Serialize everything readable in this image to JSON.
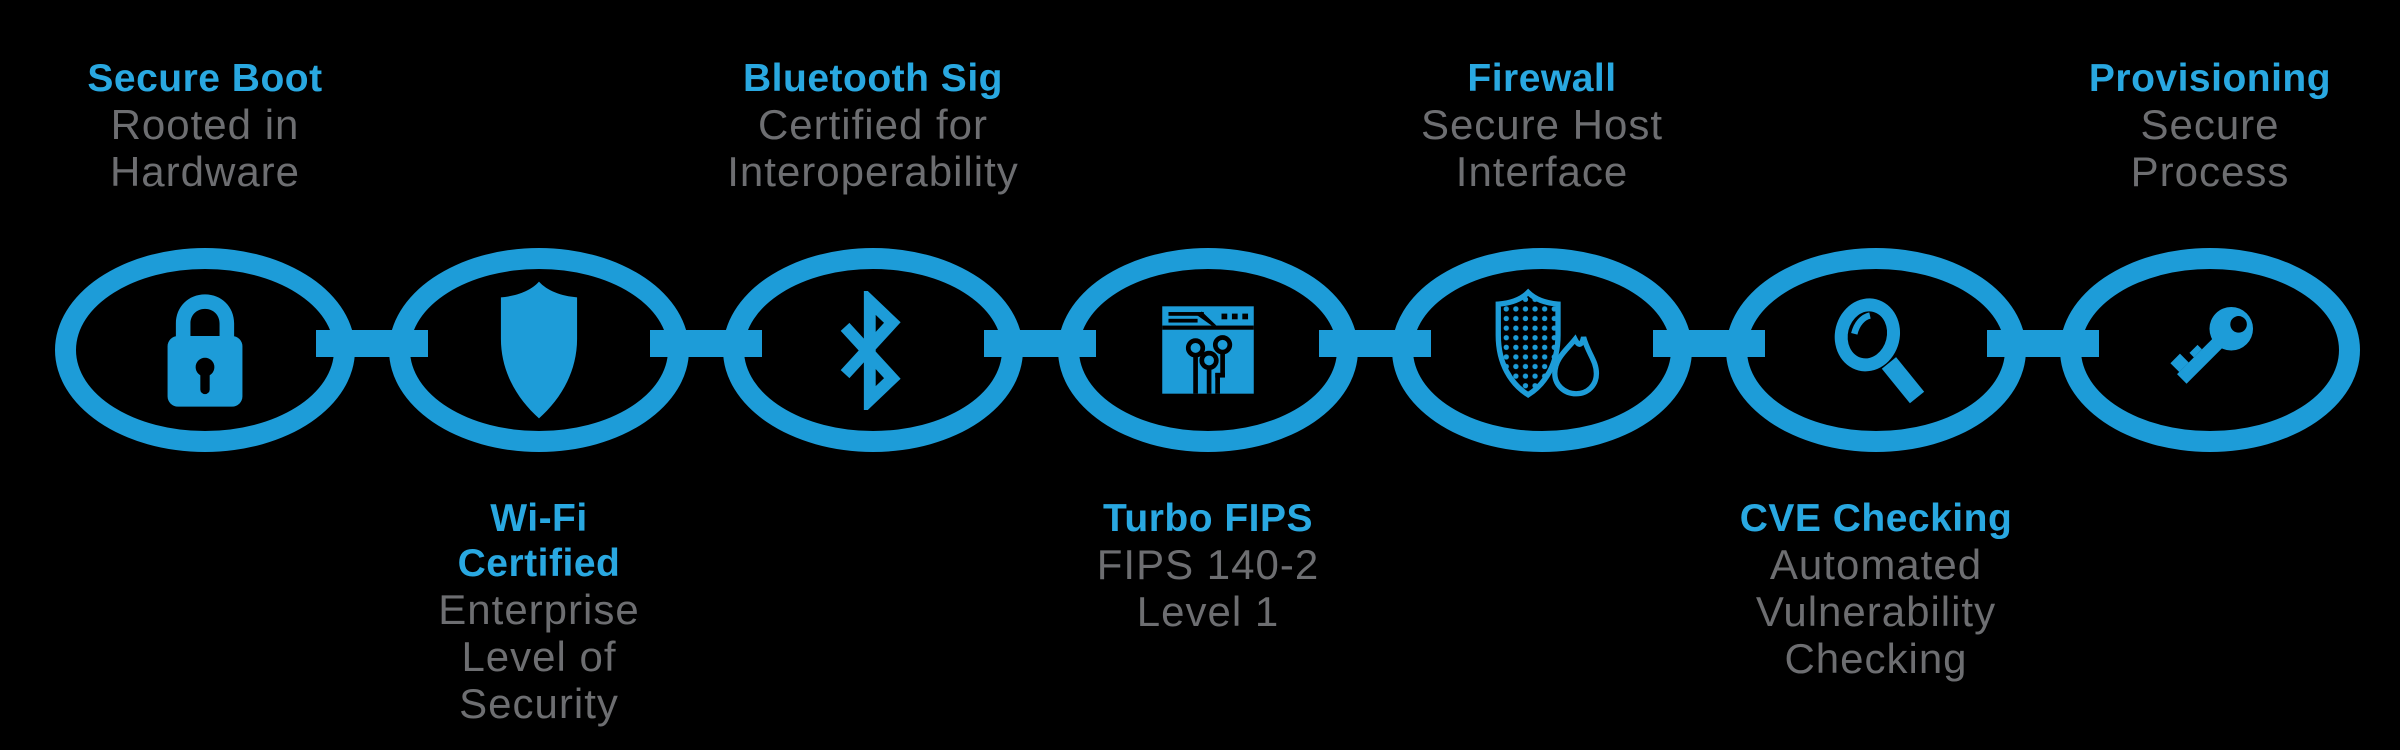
{
  "background": "#000000",
  "colors": {
    "accent_graphic": "#1d9cd8",
    "accent_title": "#29a8e1",
    "muted_text": "#6d6e71"
  },
  "chain": {
    "items": [
      {
        "name": "secure-boot",
        "icon": "lock-icon",
        "label_position": "top",
        "title_lines": [
          "Secure Boot"
        ],
        "subtitle_lines": [
          "Rooted in",
          "Hardware"
        ]
      },
      {
        "name": "wifi-certified",
        "icon": "wifi-shield-icon",
        "label_position": "bottom",
        "title_lines": [
          "Wi-Fi",
          "Certified"
        ],
        "subtitle_lines": [
          "Enterprise",
          "Level of",
          "Security"
        ]
      },
      {
        "name": "bluetooth-sig",
        "icon": "bluetooth-icon",
        "label_position": "top",
        "title_lines": [
          "Bluetooth Sig"
        ],
        "subtitle_lines": [
          "Certified for",
          "Interoperability"
        ]
      },
      {
        "name": "turbo-fips",
        "icon": "secure-firmware-icon",
        "label_position": "bottom",
        "title_lines": [
          "Turbo FIPS"
        ],
        "subtitle_lines": [
          "FIPS 140-2",
          "Level 1"
        ]
      },
      {
        "name": "firewall",
        "icon": "firewall-shield-flame-icon",
        "label_position": "top",
        "title_lines": [
          "Firewall"
        ],
        "subtitle_lines": [
          "Secure Host",
          "Interface"
        ]
      },
      {
        "name": "cve-checking",
        "icon": "magnifier-icon",
        "label_position": "bottom",
        "title_lines": [
          "CVE Checking"
        ],
        "subtitle_lines": [
          "Automated",
          "Vulnerability",
          "Checking"
        ]
      },
      {
        "name": "provisioning",
        "icon": "key-icon",
        "label_position": "top",
        "title_lines": [
          "Provisioning"
        ],
        "subtitle_lines": [
          "Secure",
          "Process"
        ]
      }
    ]
  }
}
